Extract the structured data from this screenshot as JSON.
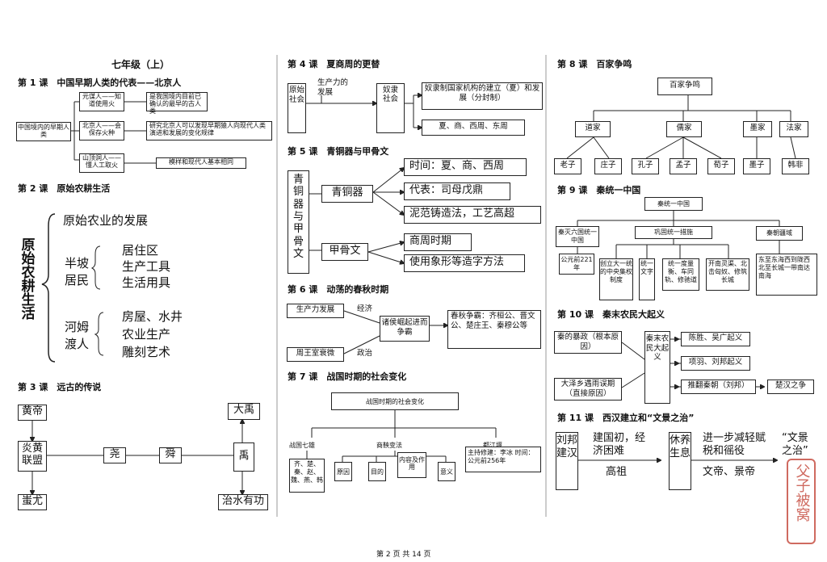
{
  "grade_title": "七年级（上）",
  "footer": "第 2 页 共 14 页",
  "col1": {
    "l1": {
      "title": "第 1 课　中国早期人类的代表——北京人",
      "root": "中国境内的早期人类",
      "items": [
        {
          "name": "元谋人——知道使用火",
          "desc": "是我国境内目前已确认的最早的古人类"
        },
        {
          "name": "北京人——会保存火种",
          "desc": "研究北京人可以发现早期猿人向现代人类演进和发展的变化规律"
        },
        {
          "name": "山顶洞人——懂人工取火",
          "desc": "模样和现代人基本相同"
        }
      ]
    },
    "l2": {
      "title": "第 2 课　原始农耕生活",
      "root": "原始农耕生活",
      "top": "原始农业的发展",
      "banpo": "半坡居民",
      "banpo_items": [
        "居住区",
        "生产工具",
        "生活用具"
      ],
      "hemudu": "河姆渡人",
      "hemudu_items": [
        "房屋、水井",
        "农业生产",
        "雕刻艺术"
      ]
    },
    "l3": {
      "title": "第 3 课　远古的传说",
      "huangdi": "黄帝",
      "yanhuang": "炎黄联盟",
      "chiyou": "蚩尤",
      "yao": "尧",
      "shun": "舜",
      "yu": "禹",
      "dayu": "大禹",
      "zhishui": "治水有功"
    }
  },
  "col2": {
    "l4": {
      "title": "第 4 课　夏商周的更替",
      "root": "原始社会",
      "mid": "生产力的发展",
      "node": "奴隶社会",
      "r1": "奴隶制国家机构的建立（夏）和发展（分封制）",
      "r2": "夏、商、西周、东周"
    },
    "l5": {
      "title": "第 5 课　青铜器与甲骨文",
      "root": "青铜器与甲骨文",
      "qtq": "青铜器",
      "q_items": [
        "时间：夏、商、西周",
        "代表：司母戊鼎",
        "泥范铸造法，工艺高超"
      ],
      "jgw": "甲骨文",
      "j_items": [
        "商周时期",
        "使用象形等造字方法"
      ]
    },
    "l6": {
      "title": "第 6 课　动荡的春秋时期",
      "a": "生产力发展",
      "econ": "经济",
      "b": "周王室衰微",
      "pol": "政治",
      "mid": "诸侯崛起进而争霸",
      "right": "春秋争霸：齐桓公、晋文公、楚庄王、秦穆公等"
    },
    "l7": {
      "title": "第 7 课　战国时期的社会变化",
      "root": "战国时期的社会变化",
      "qx": "战国七雄",
      "qx_list": "齐、楚、秦、赵、魏、燕、韩",
      "sy": "商鞅变法",
      "sy_items": [
        "原因",
        "目的",
        "内容及作用",
        "意义"
      ],
      "dj": "都江堰",
      "dj_text": "主持修建：李冰 时间：公元前256年"
    }
  },
  "col3": {
    "l8": {
      "title": "第 8 课　百家争鸣",
      "root": "百家争鸣",
      "schools": [
        {
          "name": "道家",
          "people": [
            "老子",
            "庄子"
          ]
        },
        {
          "name": "儒家",
          "people": [
            "孔子",
            "孟子",
            "荀子"
          ]
        },
        {
          "name": "墨家",
          "people": [
            "墨子"
          ]
        },
        {
          "name": "法家",
          "people": [
            "韩非"
          ]
        }
      ]
    },
    "l9": {
      "title": "第 9 课　秦统一中国",
      "root": "秦统一中国",
      "b1": "秦灭六国统一中国",
      "b1_sub": "公元前221年",
      "b2": "巩固统一措施",
      "b2_items": [
        "创立大一统的中央集权制度",
        "统一文字",
        "统一度量衡、车同轨、修驰道",
        "开南灵渠、北击匈奴、修筑长城"
      ],
      "b3": "秦朝疆域",
      "b3_text": "东至东海西到陇西北至长城一带南达南海"
    },
    "l10": {
      "title": "第 10 课　秦末农民大起义",
      "c1": "秦的暴政（根本原因）",
      "c2": "大泽乡遇雨误期（直接原因）",
      "mid": "秦末农民大起义",
      "r1": "陈胜、吴广起义",
      "r2": "项羽、刘邦起义",
      "r3": "推翻秦朝（刘邦）",
      "r4": "楚汉之争"
    },
    "l11": {
      "title": "第 11 课　西汉建立和“文景之治”",
      "root": "刘邦建汉",
      "t1": "建国初，经济困难",
      "t2": "高祖",
      "mid": "休养生息",
      "t3": "进一步减轻赋税和徭役",
      "t4": "文帝、景帝",
      "end": "“文景之治”",
      "seal": "父子被窝"
    }
  }
}
